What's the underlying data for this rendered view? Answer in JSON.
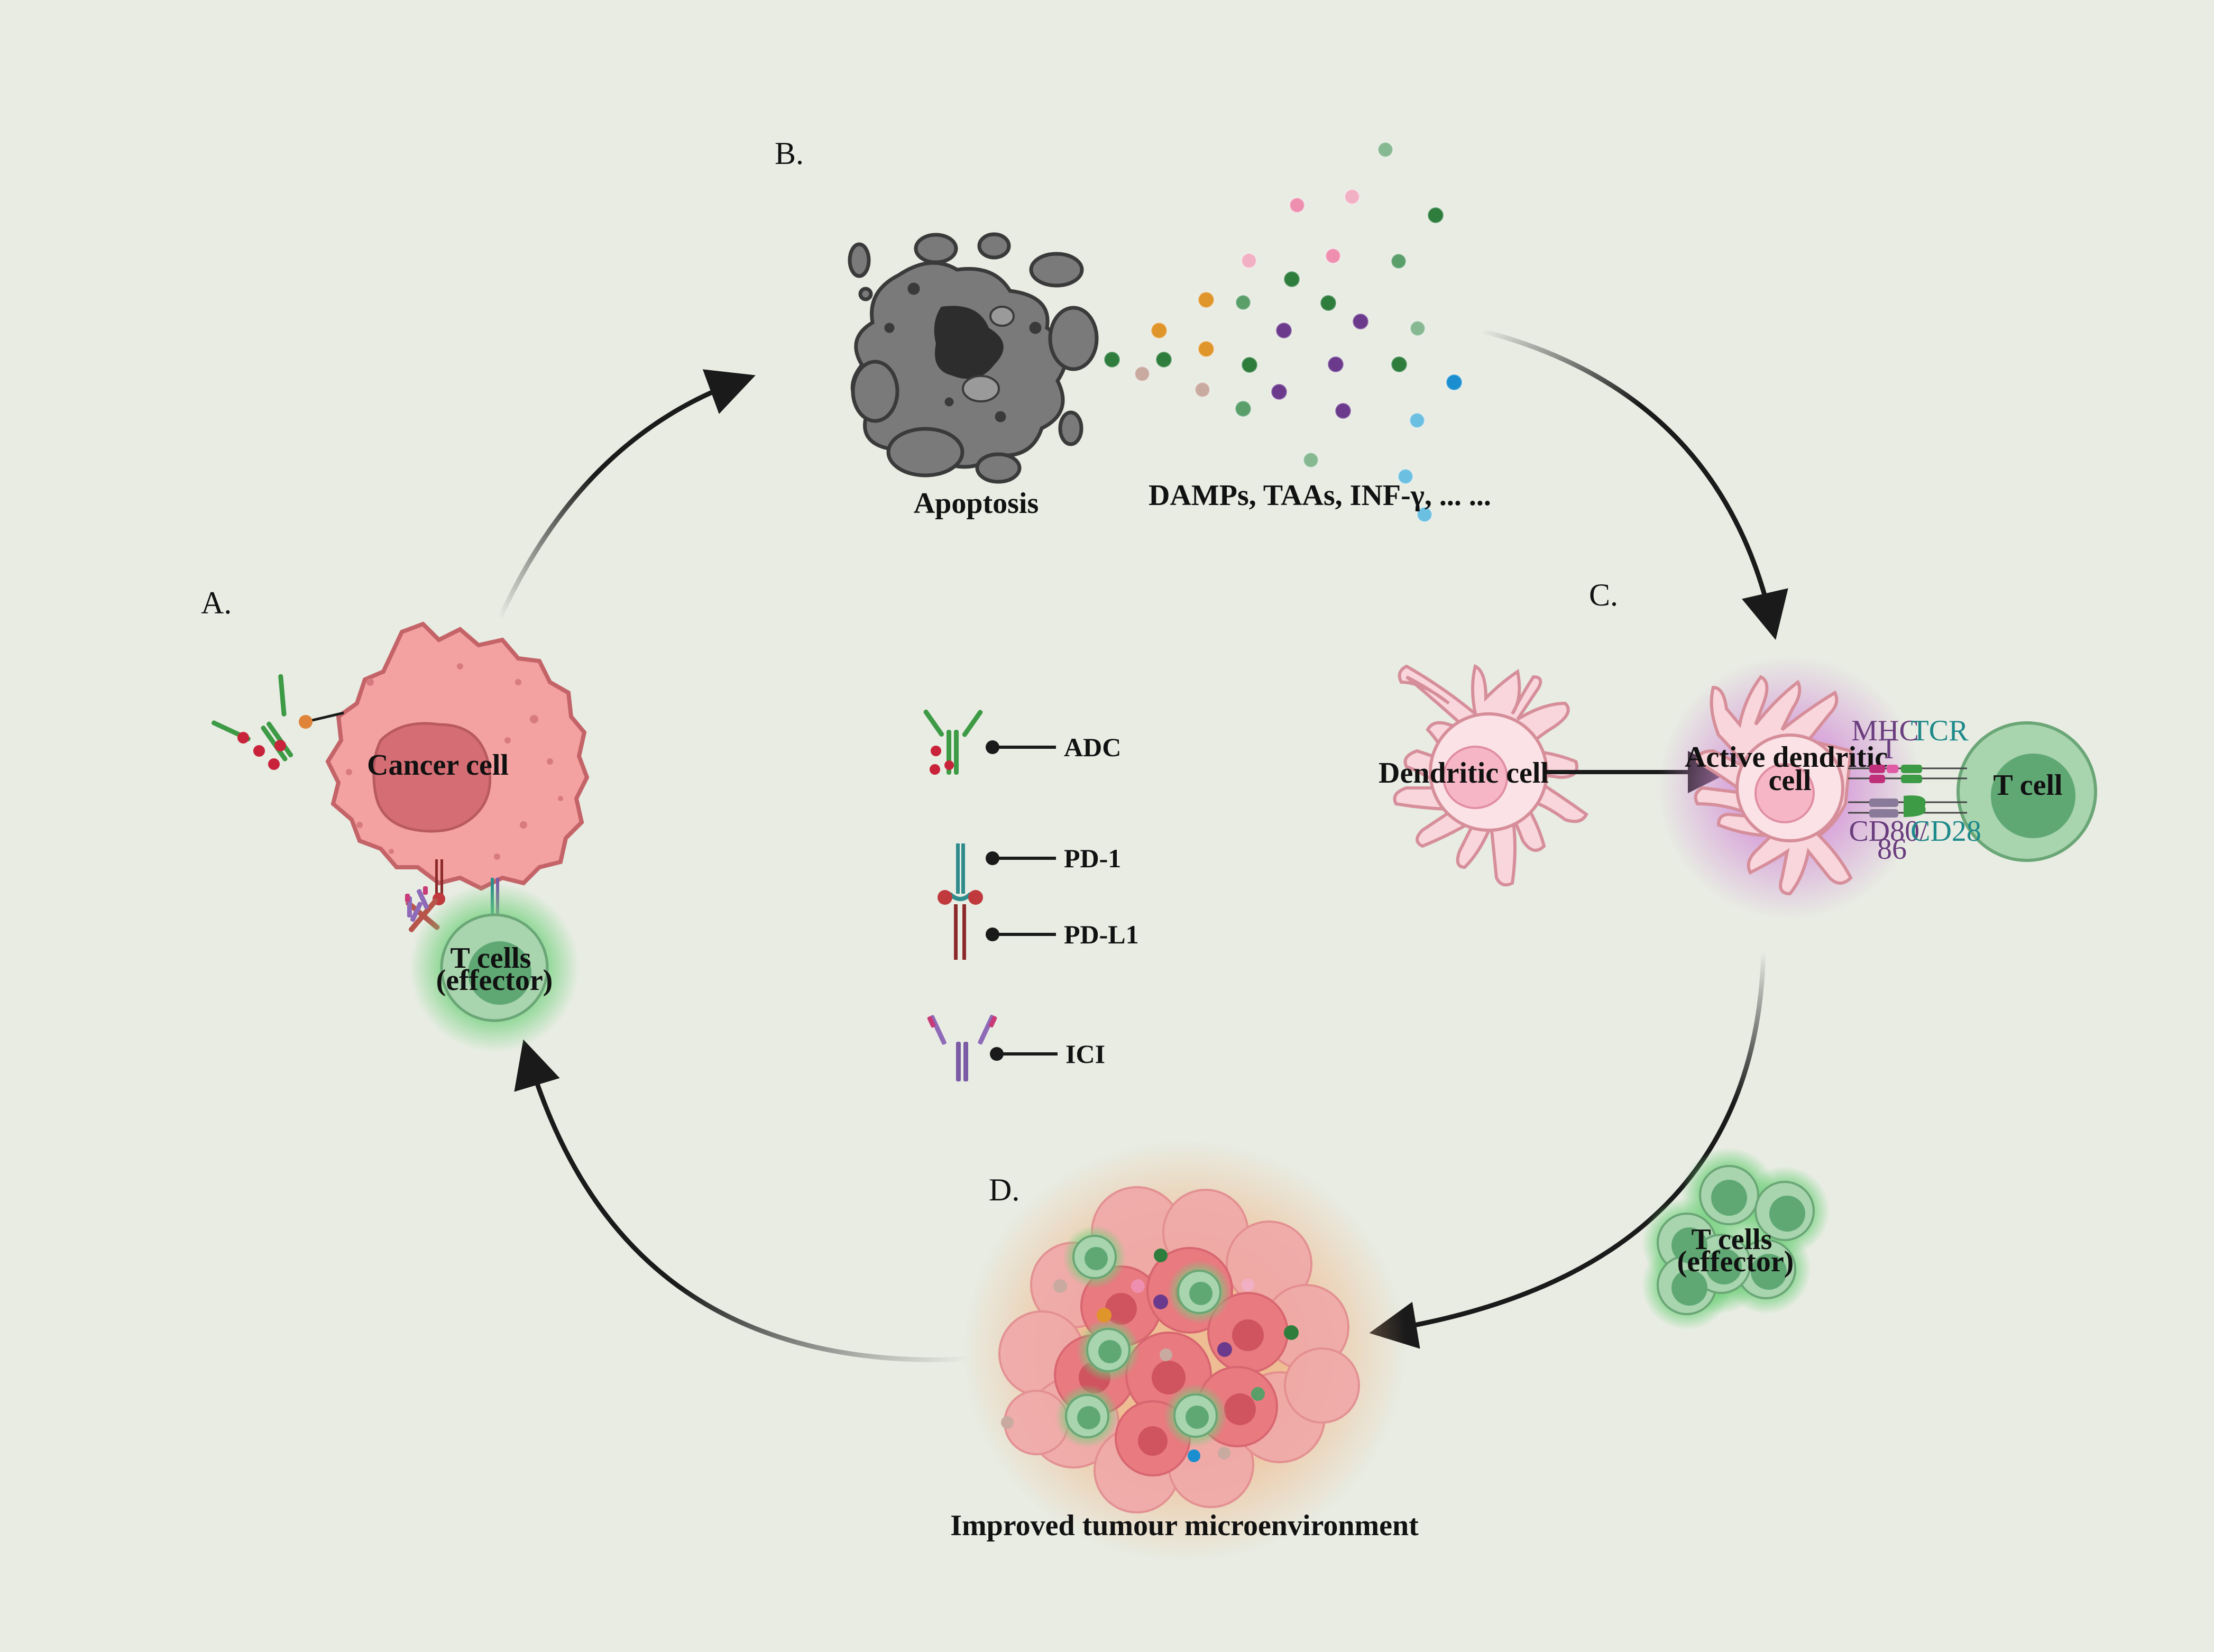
{
  "sections": {
    "a": "A.",
    "b": "B.",
    "c": "C.",
    "d": "D."
  },
  "labels": {
    "cancer_cell": "Cancer cell",
    "t_cells_effector_line1": "T cells",
    "t_cells_effector_line2": "(effector)",
    "apoptosis": "Apoptosis",
    "released_molecules": "DAMPs, TAAs, INF-γ, ... ...",
    "dendritic_cell": "Dendritic cell",
    "active_dendritic_line1": "Active dendritic",
    "active_dendritic_line2": "cell",
    "t_cell": "T cell",
    "mhc_line1": "MHC",
    "mhc_line2": "I",
    "tcr": "TCR",
    "cd80_line1": "CD80/",
    "cd80_line2": "86",
    "cd28": "CD28",
    "improved_tme": "Improved tumour microenvironment"
  },
  "legend": [
    {
      "key": "adc",
      "label": "ADC"
    },
    {
      "key": "pd1",
      "label": "PD-1"
    },
    {
      "key": "pdl1",
      "label": "PD-L1"
    },
    {
      "key": "ici",
      "label": "ICI"
    }
  ],
  "colors": {
    "background": "#e8ece3",
    "cancer": "#f4a1a1",
    "cancer_edge": "#c46468",
    "tcell": "#7fbf8f",
    "dendritic": "#f9d6dc",
    "adc_green": "#3d9a45",
    "payload_red": "#c8233a",
    "pd1_teal": "#2e8c8c",
    "pdl1_red": "#a02a2a",
    "ici_purple": "#7b5aa6"
  }
}
